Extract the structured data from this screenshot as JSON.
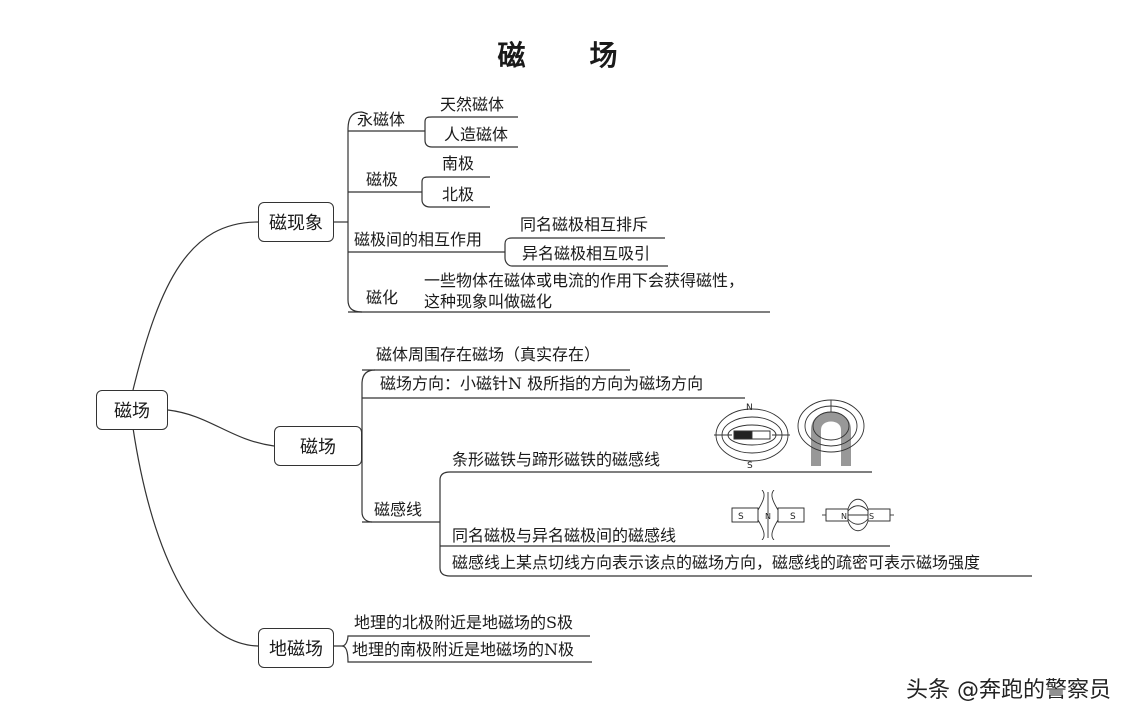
{
  "title": "磁　场",
  "root": "磁场",
  "branches": {
    "phenomena": {
      "label": "磁现象",
      "permanent_magnet": {
        "label": "永磁体",
        "children": [
          "天然磁体",
          "人造磁体"
        ]
      },
      "poles": {
        "label": "磁极",
        "children": [
          "南极",
          "北极"
        ]
      },
      "interaction": {
        "label": "磁极间的相互作用",
        "children": [
          "同名磁极相互排斥",
          "异名磁极相互吸引"
        ]
      },
      "magnetization": {
        "label": "磁化",
        "lines": [
          "一些物体在磁体或电流的作用下会获得磁性，",
          "这种现象叫做磁化"
        ]
      }
    },
    "field": {
      "label": "磁场",
      "items": [
        "磁体周围存在磁场（真实存在）",
        "磁场方向：小磁针N 极所指的方向为磁场方向"
      ],
      "field_lines": {
        "label": "磁感线",
        "items": [
          "条形磁铁与蹄形磁铁的磁感线",
          "同名磁极与异名磁极间的磁感线",
          "磁感线上某点切线方向表示该点的磁场方向，磁感线的疏密可表示磁场强度"
        ]
      },
      "figure_letters": {
        "n": "N",
        "s": "S"
      }
    },
    "earth": {
      "label": "地磁场",
      "items": [
        "地理的北极附近是地磁场的S极",
        "地理的南极附近是地磁场的N极"
      ]
    }
  },
  "watermark": "头条 @奔跑的警察员"
}
